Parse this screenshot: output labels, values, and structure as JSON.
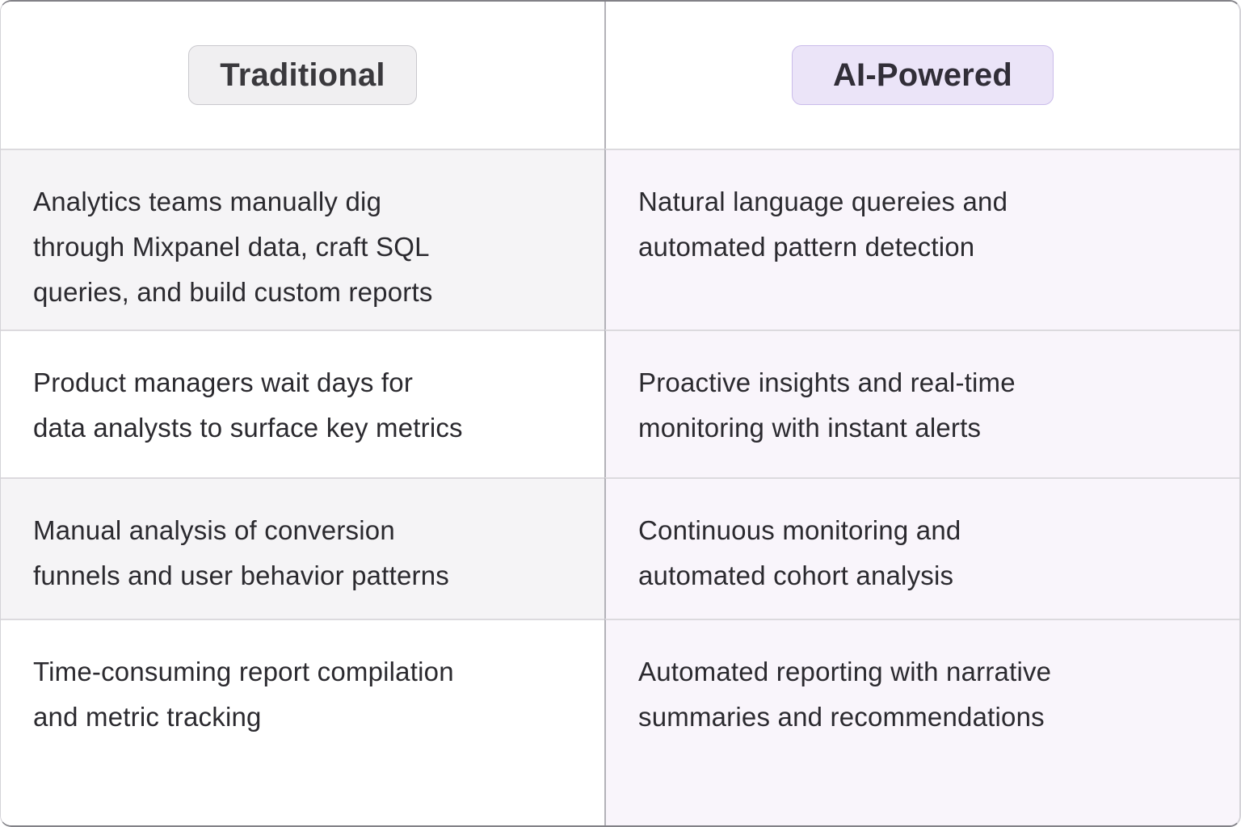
{
  "table": {
    "header": {
      "traditional_label": "Traditional",
      "ai_label": "AI-Powered"
    },
    "rows": [
      {
        "traditional": "Analytics teams manually dig\nthrough Mixpanel data, craft SQL\nqueries, and build custom reports",
        "ai": "Natural language quereies and\nautomated pattern detection"
      },
      {
        "traditional": "Product managers wait days for\ndata analysts to surface key metrics",
        "ai": "Proactive insights and real-time\nmonitoring with instant alerts"
      },
      {
        "traditional": "Manual analysis of conversion\nfunnels and user behavior patterns",
        "ai": "Continuous monitoring and\nautomated cohort analysis"
      },
      {
        "traditional": "Time-consuming report compilation\nand metric tracking",
        "ai": "Automated reporting with narrative\nsummaries and recommendations"
      }
    ],
    "colors": {
      "traditional_badge_bg": "#f0eff1",
      "traditional_badge_border": "#c9c8cd",
      "ai_badge_bg": "#ebe4f8",
      "ai_badge_border": "#cabcea",
      "left_row_alt_bg": "#f5f4f6",
      "right_column_bg": "#f9f5fb",
      "grid_line": "#dcdade",
      "column_divider": "#b3b2b8",
      "outer_border": "#828187",
      "text": "#2b2a2f"
    }
  }
}
